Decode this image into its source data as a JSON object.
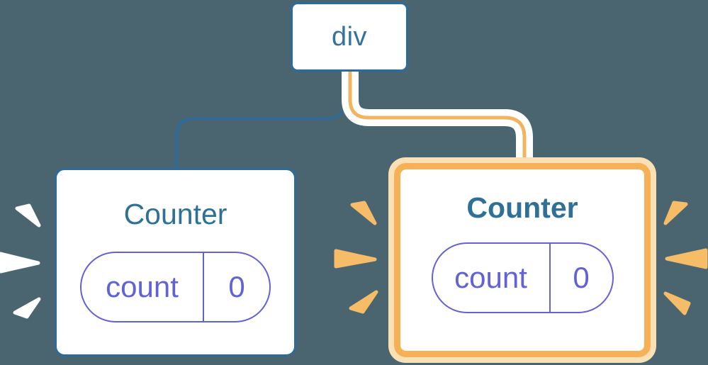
{
  "diagram": {
    "root": {
      "label": "div"
    },
    "children": [
      {
        "title": "Counter",
        "state_key": "count",
        "state_value": "0",
        "highlighted": false
      },
      {
        "title": "Counter",
        "state_key": "count",
        "state_value": "0",
        "highlighted": true
      }
    ]
  },
  "colors": {
    "background": "#4A6570",
    "blue": "#2C6C9C",
    "blue_text": "#2E7096",
    "div_text": "#35739E",
    "purple": "#6262D8",
    "orange_border": "#F6B055",
    "cream_ring": "#FAE0B5",
    "yellow_line": "#F2B45C",
    "spark_orange": "#F7BC68",
    "spark_white": "#FFFFFF",
    "node_bg": "#FFFFFF"
  }
}
